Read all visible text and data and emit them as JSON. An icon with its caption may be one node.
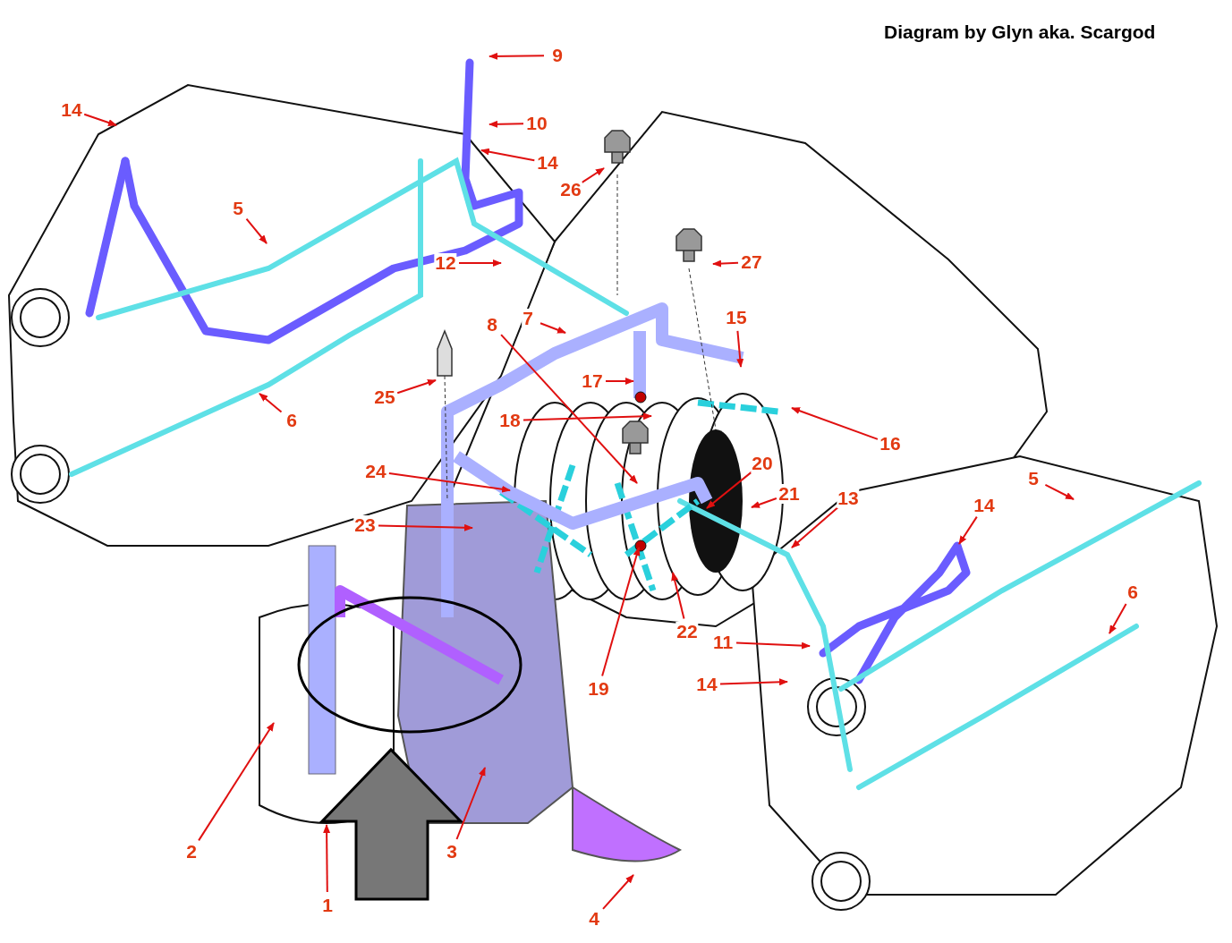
{
  "diagram": {
    "nodes": [
      {
        "text": [
          "14"
        ]
      },
      {
        "text": [
          "9"
        ]
      },
      {
        "text": [
          "10"
        ]
      },
      {
        "text": [
          "14"
        ]
      },
      {
        "text": [
          "26"
        ]
      },
      {
        "text": [
          "5"
        ]
      },
      {
        "text": [
          "27"
        ]
      },
      {
        "text": [
          "12"
        ]
      },
      {
        "text": [
          "15"
        ]
      },
      {
        "text": [
          "7"
        ]
      },
      {
        "text": [
          "8"
        ]
      },
      {
        "text": [
          "17"
        ]
      },
      {
        "text": [
          "25"
        ]
      },
      {
        "text": [
          "6"
        ]
      },
      {
        "text": [
          "18"
        ]
      },
      {
        "text": [
          "16"
        ]
      },
      {
        "text": [
          "24"
        ]
      },
      {
        "text": [
          "20"
        ]
      },
      {
        "text": [
          "21"
        ]
      },
      {
        "text": [
          "13"
        ]
      },
      {
        "text": [
          "5"
        ]
      },
      {
        "text": [
          "14"
        ]
      },
      {
        "text": [
          "23"
        ]
      },
      {
        "text": [
          "6"
        ]
      },
      {
        "text": [
          "22"
        ]
      },
      {
        "text": [
          "11"
        ]
      },
      {
        "text": [
          "19"
        ]
      },
      {
        "text": [
          "14"
        ]
      },
      {
        "text": [
          "2"
        ]
      },
      {
        "text": [
          "3"
        ]
      },
      {
        "text": [
          "1"
        ]
      },
      {
        "text": [
          "4"
        ]
      }
    ],
    "edges": [
      {
        "from": 0,
        "to": null,
        "arrow": "to"
      },
      {
        "from": 1,
        "to": null,
        "arrow": "to"
      },
      {
        "from": 2,
        "to": null,
        "arrow": "to"
      },
      {
        "from": 3,
        "to": null,
        "arrow": "to"
      },
      {
        "from": 4,
        "to": null,
        "arrow": "to"
      },
      {
        "from": 5,
        "to": null,
        "arrow": "to"
      },
      {
        "from": 6,
        "to": null,
        "arrow": "to"
      },
      {
        "from": 7,
        "to": null,
        "arrow": "to"
      },
      {
        "from": 8,
        "to": null,
        "arrow": "to"
      },
      {
        "from": 9,
        "to": null,
        "arrow": "to"
      },
      {
        "from": 10,
        "to": null,
        "arrow": "to"
      },
      {
        "from": 11,
        "to": null,
        "arrow": "to"
      },
      {
        "from": 12,
        "to": null,
        "arrow": "to"
      },
      {
        "from": 13,
        "to": null,
        "arrow": "to"
      },
      {
        "from": 14,
        "to": null,
        "arrow": "to"
      },
      {
        "from": 15,
        "to": null,
        "arrow": "to"
      },
      {
        "from": 16,
        "to": null,
        "arrow": "to"
      },
      {
        "from": 17,
        "to": null,
        "arrow": "to"
      },
      {
        "from": 18,
        "to": null,
        "arrow": "to"
      },
      {
        "from": 19,
        "to": null,
        "arrow": "to"
      },
      {
        "from": 20,
        "to": null,
        "arrow": "to"
      },
      {
        "from": 21,
        "to": null,
        "arrow": "to"
      },
      {
        "from": 22,
        "to": null,
        "arrow": "to"
      },
      {
        "from": 23,
        "to": null,
        "arrow": "to"
      },
      {
        "from": 24,
        "to": null,
        "arrow": "to"
      },
      {
        "from": 25,
        "to": null,
        "arrow": "to"
      },
      {
        "from": 26,
        "to": null,
        "arrow": "to"
      },
      {
        "from": 27,
        "to": null,
        "arrow": "to"
      },
      {
        "from": 28,
        "to": null,
        "arrow": "to"
      },
      {
        "from": 29,
        "to": null,
        "arrow": "to"
      },
      {
        "from": 30,
        "to": null,
        "arrow": "to"
      },
      {
        "from": 31,
        "to": null,
        "arrow": "to"
      }
    ],
    "labels": [
      "Diagram by Glyn aka. Scargod"
    ]
  }
}
